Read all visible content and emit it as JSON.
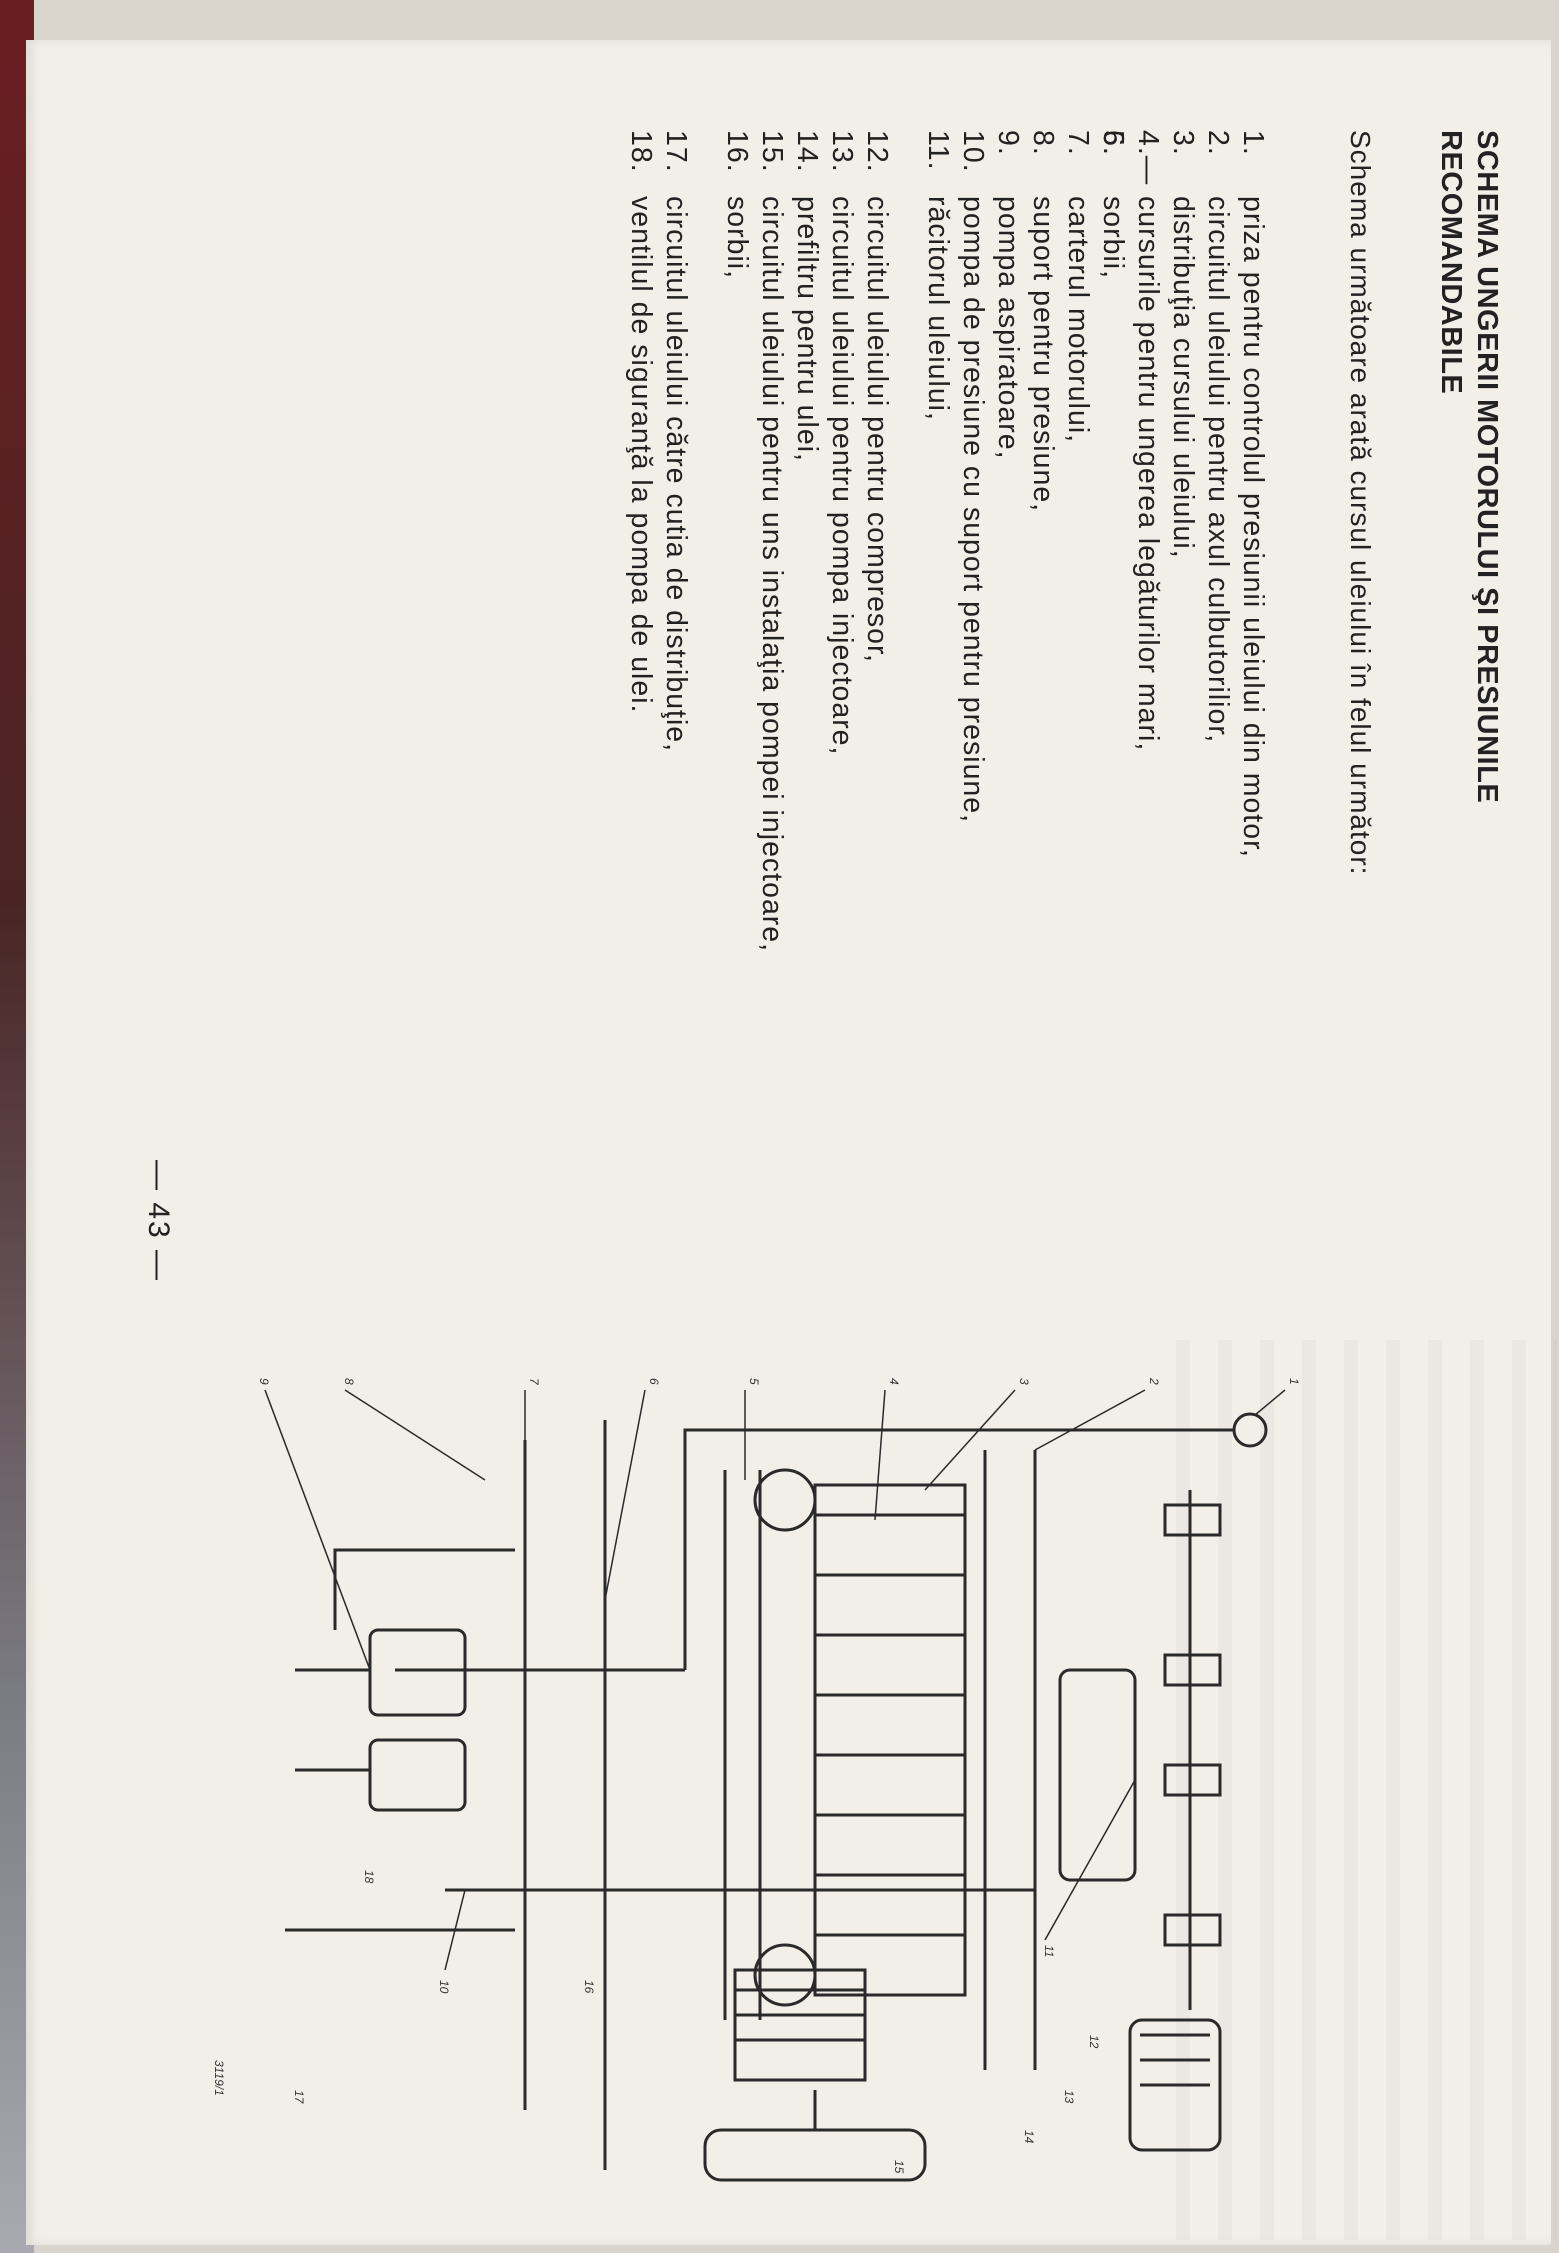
{
  "title_line1": "SCHEMA UNGERII MOTORULUI ŞI PRESIUNILE",
  "title_line2": "RECOMANDABILE",
  "intro": "Schema următoare arată cursul uleiului în felul următor:",
  "items": [
    {
      "num": "1.",
      "text": "priza pentru controlul presiunii uleiului din motor,"
    },
    {
      "num": "2.",
      "text": "circuitul uleiului pentru axul culbutorilior,"
    },
    {
      "num": "3.",
      "text": "distribuţia cursului uleiului,"
    },
    {
      "num": "4.—5.",
      "text": "cursurile pentru ungerea legăturilor mari,"
    },
    {
      "num": "6.",
      "text": "sorbii,"
    },
    {
      "num": "7.",
      "text": "carterul motorului,"
    },
    {
      "num": "8.",
      "text": "suport pentru presiune,"
    },
    {
      "num": "9.",
      "text": "pompa aspiratoare,"
    },
    {
      "num": "10.",
      "text": "pompa de presiune cu suport pentru presiune,"
    },
    {
      "num": "11.",
      "text": "răcitorul uleiului,"
    },
    {
      "num": "12.",
      "text": "circuitul uleiului pentru compresor,"
    },
    {
      "num": "13.",
      "text": "circuitul uleiului pentru pompa injectoare,"
    },
    {
      "num": "14.",
      "text": "prefiltru pentru ulei,"
    },
    {
      "num": "15.",
      "text": "circuitul uleiului pentru uns instalaţia pompei injectoare,"
    },
    {
      "num": "16.",
      "text": "sorbii,"
    },
    {
      "num": "17.",
      "text": "circuitul uleiului către cutia de distribuţie,"
    },
    {
      "num": "18.",
      "text": "ventilul de siguranţă la pompa de ulei."
    }
  ],
  "page_number": "— 43 —",
  "diagram_labels": [
    "1",
    "2",
    "3",
    "4",
    "5",
    "6",
    "7",
    "8",
    "9",
    "10",
    "11",
    "12",
    "13",
    "14",
    "15",
    "16",
    "17",
    "18"
  ],
  "diagram_code": "3119/1"
}
